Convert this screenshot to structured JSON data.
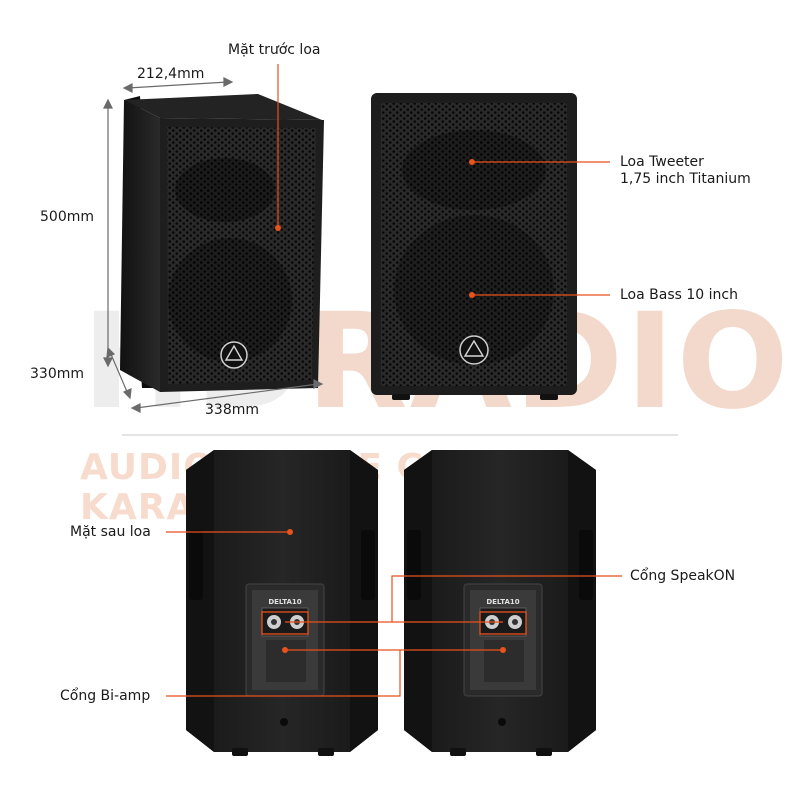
{
  "watermark": {
    "logo_prefix": "HD",
    "logo_main": "RADIO",
    "tagline": "AUDIO - HOME CINEMA - KARAOKE"
  },
  "dimensions": {
    "width": "212,4mm",
    "height": "500mm",
    "depth": "330mm",
    "width_bottom": "338mm"
  },
  "callouts": {
    "front": "Mặt trước loa",
    "tweeter_line1": "Loa Tweeter",
    "tweeter_line2": "1,75 inch Titanium",
    "bass": "Loa Bass 10 inch",
    "back": "Mặt sau loa",
    "speakon": "Cổng SpeakON",
    "biamp": "Cổng Bi-amp"
  },
  "panel": {
    "model": "DELTA10"
  },
  "colors": {
    "callout_line": "#e8521c",
    "cabinet": "#1c1c1c",
    "grille": "#0d0d0d"
  }
}
